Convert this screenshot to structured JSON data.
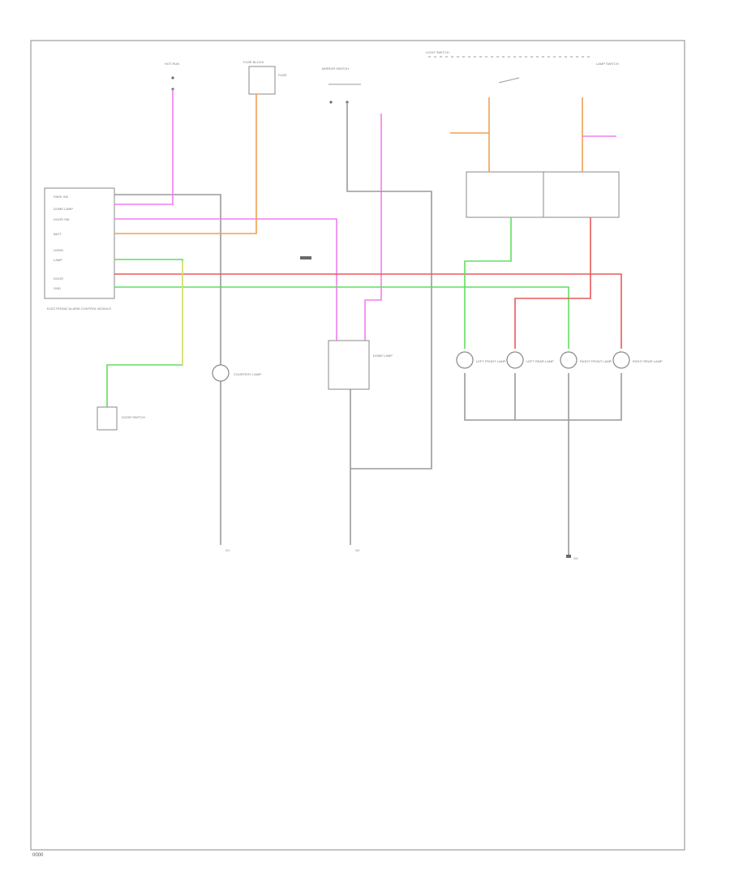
{
  "diagram": {
    "footer_code": "0000",
    "labels": {
      "hot_run": "HOT RUN",
      "fuse": "FUSE",
      "fuse_block": "FUSE BLOCK",
      "control_module": "ELECTRONIC ALARM CONTROL MODULE",
      "mirror_switch": "MIRROR SWITCH",
      "light_switch": "LIGHT SWITCH",
      "lamp_switch": "LAMP SWITCH",
      "courtesy_lamp": "COURTESY LAMP",
      "dome_lamp": "DOME LAMP",
      "lf_lamp": "LEFT FRONT LAMP",
      "lr_lamp": "LEFT REAR LAMP",
      "rf_lamp": "RIGHT FRONT LAMP",
      "rr_lamp": "RIGHT REAR LAMP",
      "door_switch": "DOOR SWITCH",
      "ground_1": "G1",
      "ground_2": "G2",
      "ground_3": "G3",
      "cm_pins": [
        "PARK SW",
        "DOME LAMP",
        "DOOR SW",
        "BATT",
        "HORN",
        "LAMP",
        "DOOR",
        "GND"
      ]
    }
  }
}
